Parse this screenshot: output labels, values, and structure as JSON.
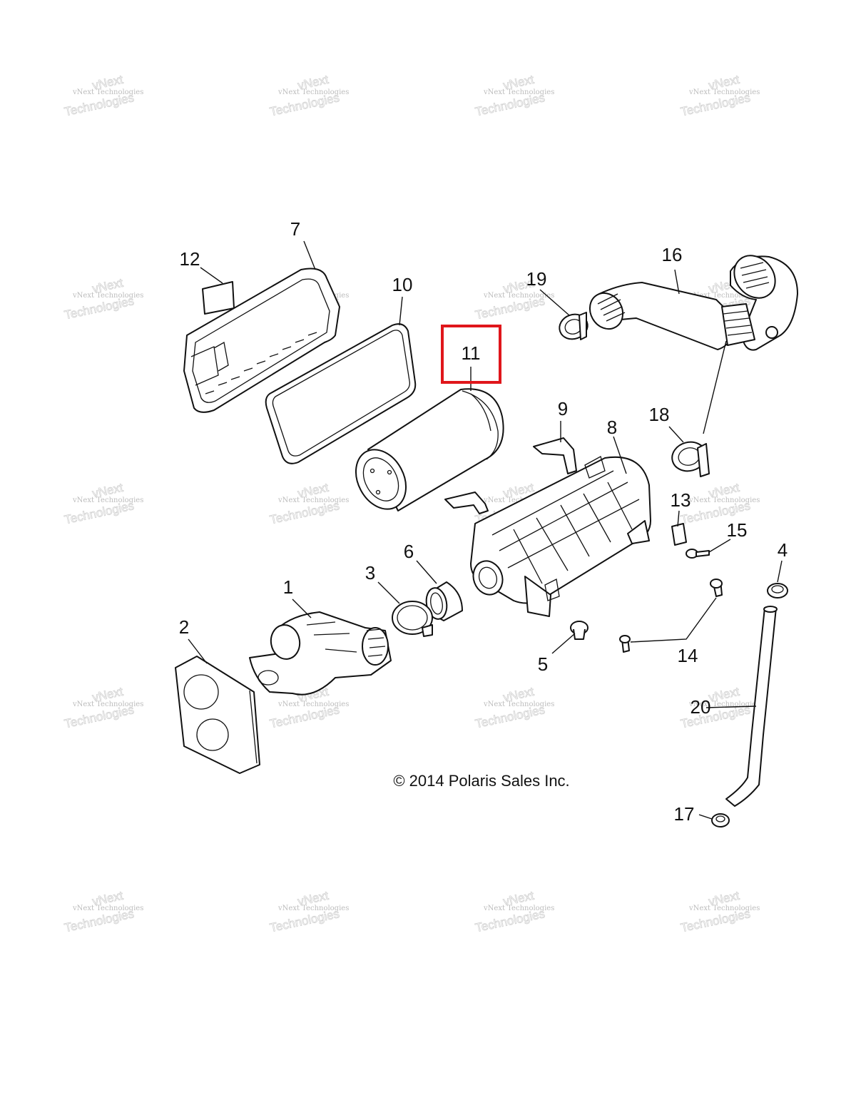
{
  "watermark": {
    "line1": "vNext Technologies",
    "line2": "Technologies",
    "line3": "vNext"
  },
  "copyright": "© 2014 Polaris Sales Inc.",
  "highlight": {
    "callout": "11",
    "color": "#e0161b"
  },
  "callouts": {
    "c1": "1",
    "c2": "2",
    "c3": "3",
    "c4": "4",
    "c5": "5",
    "c6": "6",
    "c7": "7",
    "c8": "8",
    "c9": "9",
    "c10": "10",
    "c11": "11",
    "c12": "12",
    "c13": "13",
    "c14": "14",
    "c15": "15",
    "c16": "16",
    "c17": "17",
    "c18": "18",
    "c19": "19",
    "c20": "20"
  }
}
